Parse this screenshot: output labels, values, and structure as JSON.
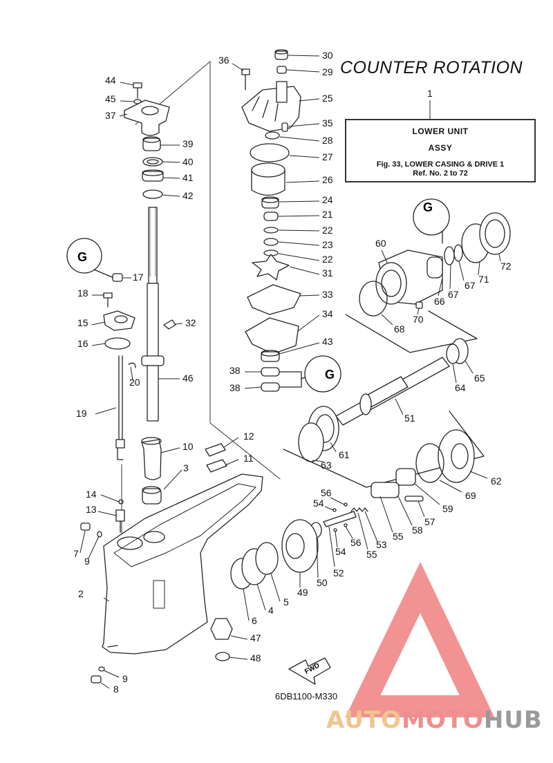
{
  "diagram": {
    "title": "COUNTER  ROTATION",
    "reference_box": {
      "line1": "LOWER UNIT",
      "line2": "ASSY",
      "line3": "Fig. 33, LOWER CASING & DRIVE 1",
      "line4": "Ref. No. 2 to 72"
    },
    "diagram_code": "6DB1100-M330",
    "fwd_label": "FWD",
    "grease_mark": "G",
    "part_callouts": [
      "1",
      "2",
      "3",
      "4",
      "5",
      "6",
      "7",
      "8",
      "9",
      "9",
      "10",
      "11",
      "12",
      "13",
      "14",
      "15",
      "16",
      "17",
      "18",
      "19",
      "20",
      "21",
      "22",
      "22",
      "23",
      "24",
      "25",
      "26",
      "27",
      "28",
      "29",
      "30",
      "31",
      "32",
      "33",
      "34",
      "35",
      "36",
      "37",
      "38",
      "38",
      "39",
      "40",
      "41",
      "42",
      "43",
      "44",
      "45",
      "46",
      "47",
      "48",
      "49",
      "50",
      "51",
      "52",
      "53",
      "54",
      "54",
      "55",
      "55",
      "56",
      "56",
      "57",
      "58",
      "59",
      "60",
      "61",
      "62",
      "63",
      "64",
      "65",
      "66",
      "67",
      "67",
      "68",
      "69",
      "70",
      "71",
      "72"
    ]
  },
  "watermark": {
    "part1": "AUTO",
    "part2": "MOTO",
    "part3": "HUB",
    "colors": {
      "auto": "#f0c58e",
      "moto": "#ee8e8e",
      "hub": "#9a9a9a",
      "logo": "#f08080"
    }
  }
}
